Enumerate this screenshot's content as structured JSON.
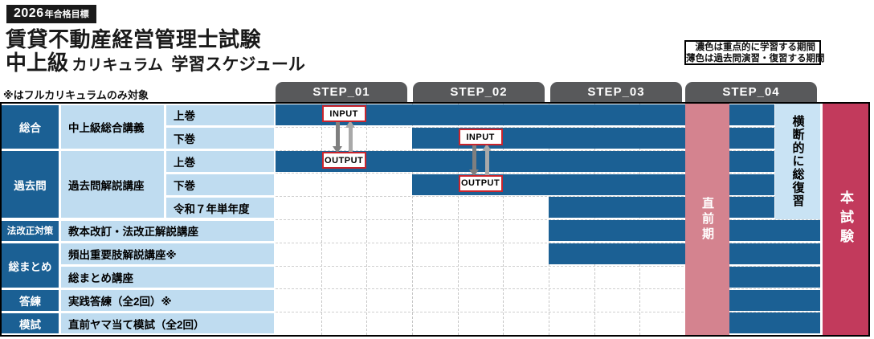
{
  "badge": {
    "year": "2026",
    "label": "年合格目標"
  },
  "header": {
    "title": "賃貸不動産経営管理士試験",
    "sub_em": "中上級",
    "sub_mid": "カリキュラム",
    "sub_tail": "学習スケジュール"
  },
  "legend": {
    "line1": "濃色は重点的に学習する期間",
    "line2": "薄色は過去問演習・復習する期間"
  },
  "note": "※はフルカリキュラムのみ対象",
  "steps": [
    "STEP_01",
    "STEP_02",
    "STEP_03",
    "STEP_04"
  ],
  "columns": {
    "pre_exam": "直前期",
    "review": "横断的に総復習",
    "exam": "本試験"
  },
  "schedule": {
    "row_count": 10,
    "categories": [
      {
        "label": "総合",
        "row_start": 0,
        "row_span": 2
      },
      {
        "label": "過去問",
        "row_start": 2,
        "row_span": 3
      },
      {
        "label": "法改正対策",
        "row_start": 5,
        "row_span": 1
      },
      {
        "label": "総まとめ",
        "row_start": 6,
        "row_span": 2
      },
      {
        "label": "答練",
        "row_start": 8,
        "row_span": 1
      },
      {
        "label": "模試",
        "row_start": 9,
        "row_span": 1
      }
    ],
    "courses": [
      {
        "label": "中上級総合講義",
        "row_start": 0,
        "row_span": 2,
        "wide": false
      },
      {
        "label": "過去問解説講座",
        "row_start": 2,
        "row_span": 3,
        "wide": false
      },
      {
        "label": "教本改訂・法改正解説講座",
        "row_start": 5,
        "row_span": 1,
        "wide": true
      },
      {
        "label": "頻出重要肢解説講座※",
        "row_start": 6,
        "row_span": 1,
        "wide": true
      },
      {
        "label": "総まとめ講座",
        "row_start": 7,
        "row_span": 1,
        "wide": true
      },
      {
        "label": "実践答練（全2回）※",
        "row_start": 8,
        "row_span": 1,
        "wide": true
      },
      {
        "label": "直前ヤマ当て模試（全2回）",
        "row_start": 9,
        "row_span": 1,
        "wide": true
      }
    ],
    "subs": [
      {
        "label": "上巻",
        "row": 0
      },
      {
        "label": "下巻",
        "row": 1
      },
      {
        "label": "上巻",
        "row": 2
      },
      {
        "label": "下巻",
        "row": 3
      },
      {
        "label": "令和７年単年度",
        "row": 4
      }
    ],
    "bars": [
      {
        "row": 0,
        "units": [
          0,
          9
        ],
        "tail": "short"
      },
      {
        "row": 1,
        "units": [
          3,
          9
        ],
        "tail": "short"
      },
      {
        "row": 2,
        "units": [
          0,
          9
        ],
        "tail": "short"
      },
      {
        "row": 3,
        "units": [
          3,
          9
        ],
        "tail": "short"
      },
      {
        "row": 4,
        "units": [
          6,
          9
        ],
        "tail": "short"
      },
      {
        "row": 5,
        "units": [
          6,
          9
        ],
        "tail": "long"
      },
      {
        "row": 6,
        "units": [
          6,
          9
        ],
        "tail": "long"
      },
      {
        "row": 7,
        "units": null,
        "tail": "long"
      },
      {
        "row": 8,
        "units": null,
        "tail": "long"
      },
      {
        "row": 9,
        "units": null,
        "tail": "long"
      }
    ],
    "io_boxes": [
      {
        "label": "INPUT",
        "row": 0,
        "unit": 1
      },
      {
        "label": "INPUT",
        "row": 1,
        "unit": 4
      },
      {
        "label": "OUTPUT",
        "row": 2,
        "unit": 1
      },
      {
        "label": "OUTPUT",
        "row": 3,
        "unit": 4
      }
    ],
    "arrows": [
      {
        "top_box": 0,
        "bottom_box": 2
      },
      {
        "top_box": 1,
        "bottom_box": 3
      }
    ]
  },
  "colors": {
    "bar_blue": "#1b6094",
    "cell_blue": "#bfdcf0",
    "review_blue": "#c9e3f4",
    "pre_exam_pink": "#d4838f",
    "exam_crimson": "#c23a5c",
    "step_gray": "#58595b",
    "io_border_red": "#c9252d",
    "arrow_dark": "#7f7f7f",
    "arrow_light": "#a9a9a9"
  }
}
